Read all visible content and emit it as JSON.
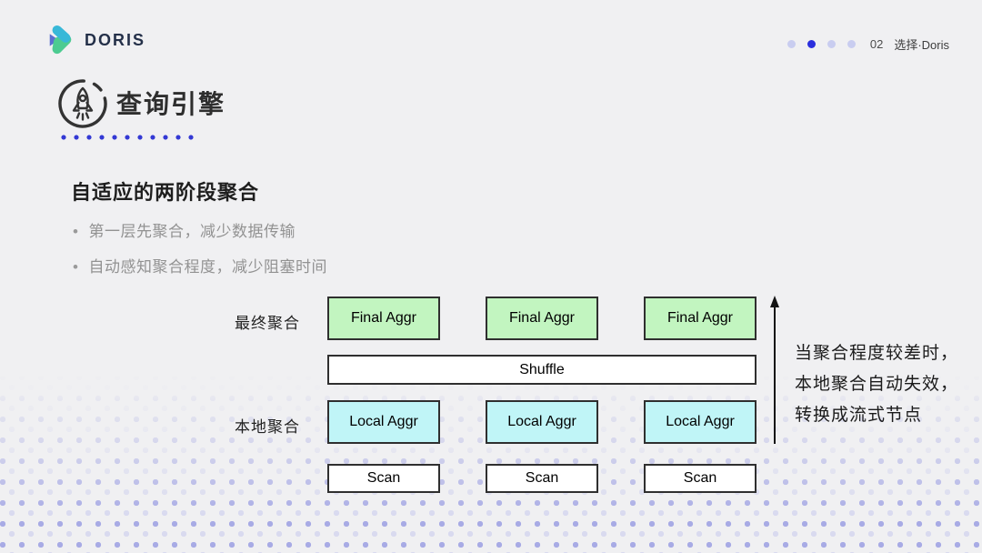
{
  "header": {
    "logo_text": "DORIS",
    "page_number": "02",
    "section_label": "选择·Doris"
  },
  "title": {
    "text": "查询引擎"
  },
  "section": {
    "heading": "自适应的两阶段聚合",
    "bullet_char": "•",
    "bullets": [
      "第一层先聚合，减少数据传输",
      "自动感知聚合程度，减少阻塞时间"
    ]
  },
  "diagram": {
    "row_label_final": "最终聚合",
    "row_label_local": "本地聚合",
    "final_boxes": [
      "Final Aggr",
      "Final Aggr",
      "Final Aggr"
    ],
    "shuffle_label": "Shuffle",
    "local_boxes": [
      "Local Aggr",
      "Local Aggr",
      "Local Aggr"
    ],
    "scan_boxes": [
      "Scan",
      "Scan",
      "Scan"
    ],
    "annotation_lines": [
      "当聚合程度较差时，",
      "本地聚合自动失效，",
      "转换成流式节点"
    ],
    "colors": {
      "final_box_fill": "#c2f5c0",
      "local_box_fill": "#c0f5f7",
      "box_border": "#2f2f2f",
      "accent_blue": "#3339d4"
    }
  }
}
